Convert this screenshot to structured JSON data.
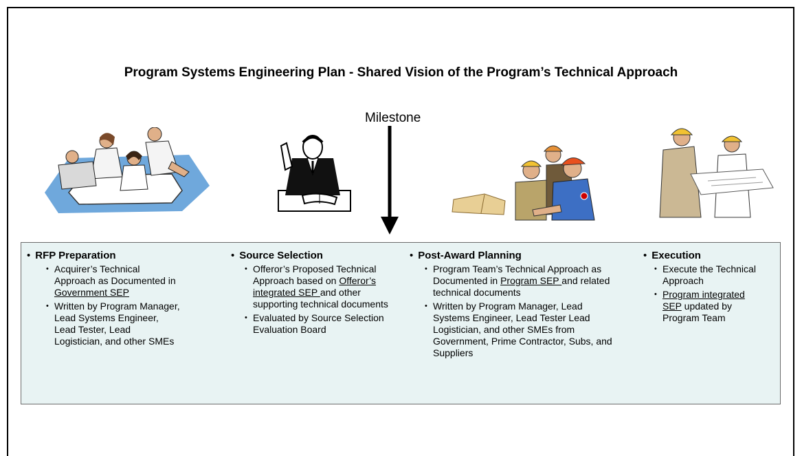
{
  "title": "Program Systems Engineering Plan - Shared Vision of the Program’s Technical Approach",
  "milestone_label": "Milestone",
  "phases": [
    {
      "heading": "RFP Preparation",
      "bullets": [
        {
          "pre": "Acquirer’s Technical Approach as Documented in ",
          "link": "Government SEP",
          "post": ""
        },
        {
          "pre": "Written by Program Manager, Lead Systems Engineer, Lead Tester, Lead Logistician, and other SMEs",
          "link": "",
          "post": ""
        }
      ]
    },
    {
      "heading": "Source Selection",
      "bullets": [
        {
          "pre": "Offeror’s Proposed Technical Approach based on ",
          "link": "Offeror’s integrated SEP ",
          "post": "and other supporting technical documents"
        },
        {
          "pre": "Evaluated by Source Selection Evaluation Board",
          "link": "",
          "post": ""
        }
      ]
    },
    {
      "heading": "Post-Award Planning",
      "bullets": [
        {
          "pre": "Program Team’s Technical Approach as Documented in ",
          "link": "Program SEP ",
          "post": "and related technical documents"
        },
        {
          "pre": "Written by Program Manager, Lead Systems Engineer, Lead Tester Lead Logistician, and other SMEs from Government, Prime Contractor, Subs, and Suppliers",
          "link": "",
          "post": ""
        }
      ]
    },
    {
      "heading": "Execution",
      "bullets": [
        {
          "pre": "Execute the Technical Approach",
          "link": "",
          "post": ""
        },
        {
          "pre": "",
          "link": "Program integrated SEP",
          "post": " updated by Program Team"
        }
      ]
    }
  ]
}
